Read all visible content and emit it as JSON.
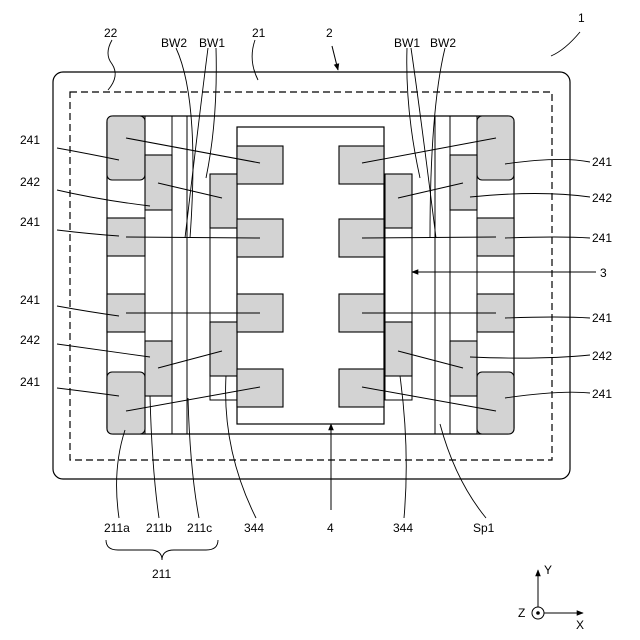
{
  "figure": {
    "labels": {
      "ref_1": "1",
      "ref_2": "2",
      "ref_3": "3",
      "ref_4": "4",
      "ref_21": "21",
      "ref_22": "22",
      "ref_211": "211",
      "ref_211a": "211a",
      "ref_211b": "211b",
      "ref_211c": "211c",
      "ref_241": "241",
      "ref_242": "242",
      "ref_344": "344",
      "bw1": "BW1",
      "bw2": "BW2",
      "sp1": "Sp1"
    },
    "axes": {
      "y": "Y",
      "x": "X",
      "z": "Z"
    }
  }
}
